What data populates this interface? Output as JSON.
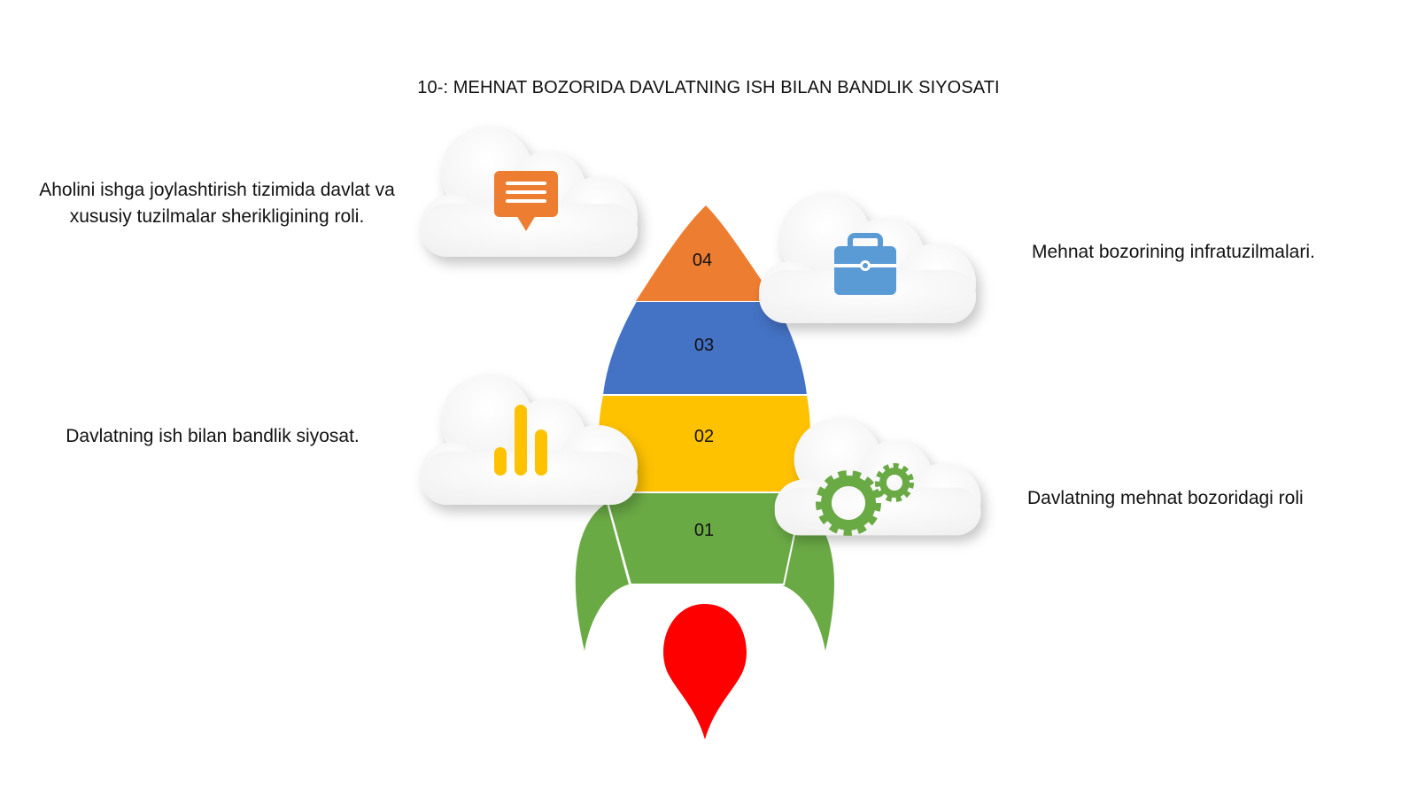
{
  "title": "10-: MEHNAT BOZORIDA DAVLATNING ISH BILAN BANDLIK SIYOSATI",
  "stages": [
    {
      "number": "01",
      "color": "#6aaa45"
    },
    {
      "number": "02",
      "color": "#fec200"
    },
    {
      "number": "03",
      "color": "#4472c4"
    },
    {
      "number": "04",
      "color": "#ed7d31"
    }
  ],
  "captions": {
    "top_left": "Aholini ishga joylashtirish tizimida davlat va xususiy tuzilmalar sherikligining roli.",
    "top_right": "Mehnat bozorining infratuzilmalari.",
    "middle_left": "Davlatning ish bilan bandlik siyosat.",
    "middle_right": "Davlatning mehnat bozoridagi roli"
  },
  "icons": {
    "top_left": "speech-bubble-icon",
    "top_right": "briefcase-icon",
    "middle_left": "bar-chart-icon",
    "middle_right": "gears-icon"
  },
  "colors": {
    "orange": "#ed7d31",
    "blue": "#4472c4",
    "yellow": "#fec200",
    "green": "#6aaa45",
    "icon_blue": "#5b9bd5",
    "flame": "#ff0000"
  }
}
